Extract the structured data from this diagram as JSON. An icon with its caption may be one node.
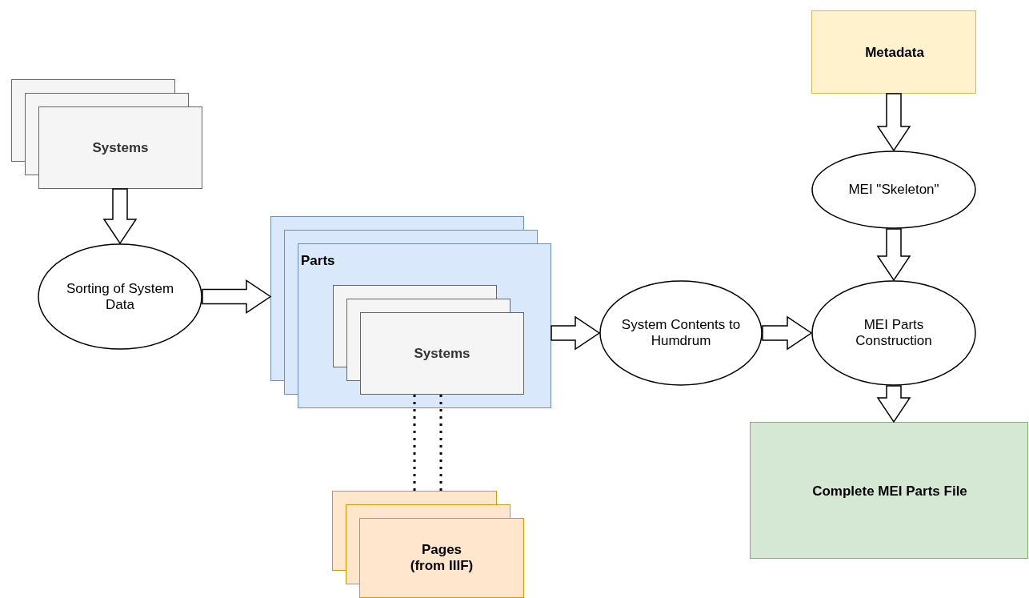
{
  "diagram": {
    "nodes": [
      {
        "text": [
          "Systems"
        ]
      },
      {
        "text": [
          "Sorting of System Data"
        ]
      },
      {
        "text": [
          "Parts"
        ]
      },
      {
        "text": [
          "Systems"
        ],
        "in": 2
      },
      {
        "text": [
          "Pages (from IIIF)"
        ]
      },
      {
        "text": [
          "System Contents to Humdrum"
        ]
      },
      {
        "text": [
          "Metadata"
        ]
      },
      {
        "text": [
          "MEI \"Skeleton\""
        ]
      },
      {
        "text": [
          "MEI Parts Construction"
        ]
      },
      {
        "text": [
          "Complete MEI Parts File"
        ]
      }
    ],
    "edges": [
      {
        "from": 0,
        "to": 1,
        "arrow": "to"
      },
      {
        "from": 1,
        "to": 2,
        "arrow": "to"
      },
      {
        "from": 2,
        "to": 5,
        "arrow": "to"
      },
      {
        "from": 5,
        "to": 8,
        "arrow": "to"
      },
      {
        "from": 6,
        "to": 7,
        "arrow": "to"
      },
      {
        "from": 7,
        "to": 8,
        "arrow": "to"
      },
      {
        "from": 8,
        "to": 9,
        "arrow": "to"
      },
      {
        "from": 3,
        "to": 4,
        "arrow": "none",
        "style": "dashed"
      },
      {
        "from": 3,
        "to": 4,
        "arrow": "none",
        "style": "dashed"
      }
    ]
  }
}
